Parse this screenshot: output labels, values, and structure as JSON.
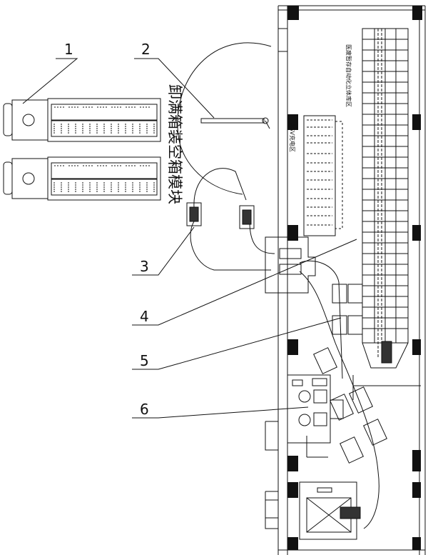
{
  "callouts": [
    "1",
    "2",
    "3",
    "4",
    "5",
    "6"
  ],
  "labels": {
    "module_main": "卸满箱装空箱模块",
    "storage_area": "医废暂存自动化立体库区",
    "agv_area": "AGV充电区"
  }
}
